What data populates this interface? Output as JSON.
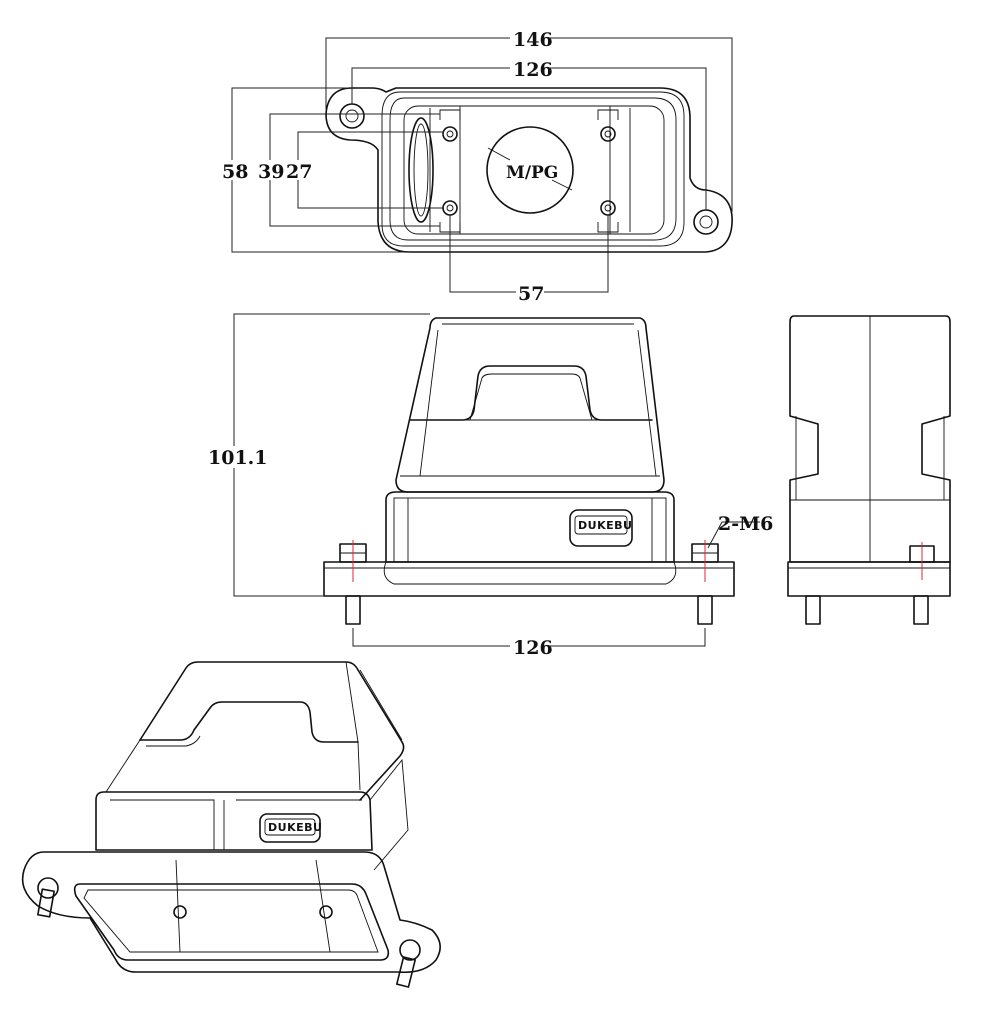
{
  "dimensions": {
    "top_overall_width": "146",
    "top_hole_spacing": "126",
    "top_overall_height": "58",
    "top_inner_height_a": "39",
    "top_inner_height_b": "27",
    "top_inner_screw_spacing": "57",
    "front_height": "101.1",
    "front_hole_spacing": "126",
    "bolt_spec": "2-M6"
  },
  "labels": {
    "cable_entry": "M/PG",
    "brand": "DUKEBU"
  },
  "colors": {
    "line": "#111111",
    "center_mark": "#e0282e"
  }
}
